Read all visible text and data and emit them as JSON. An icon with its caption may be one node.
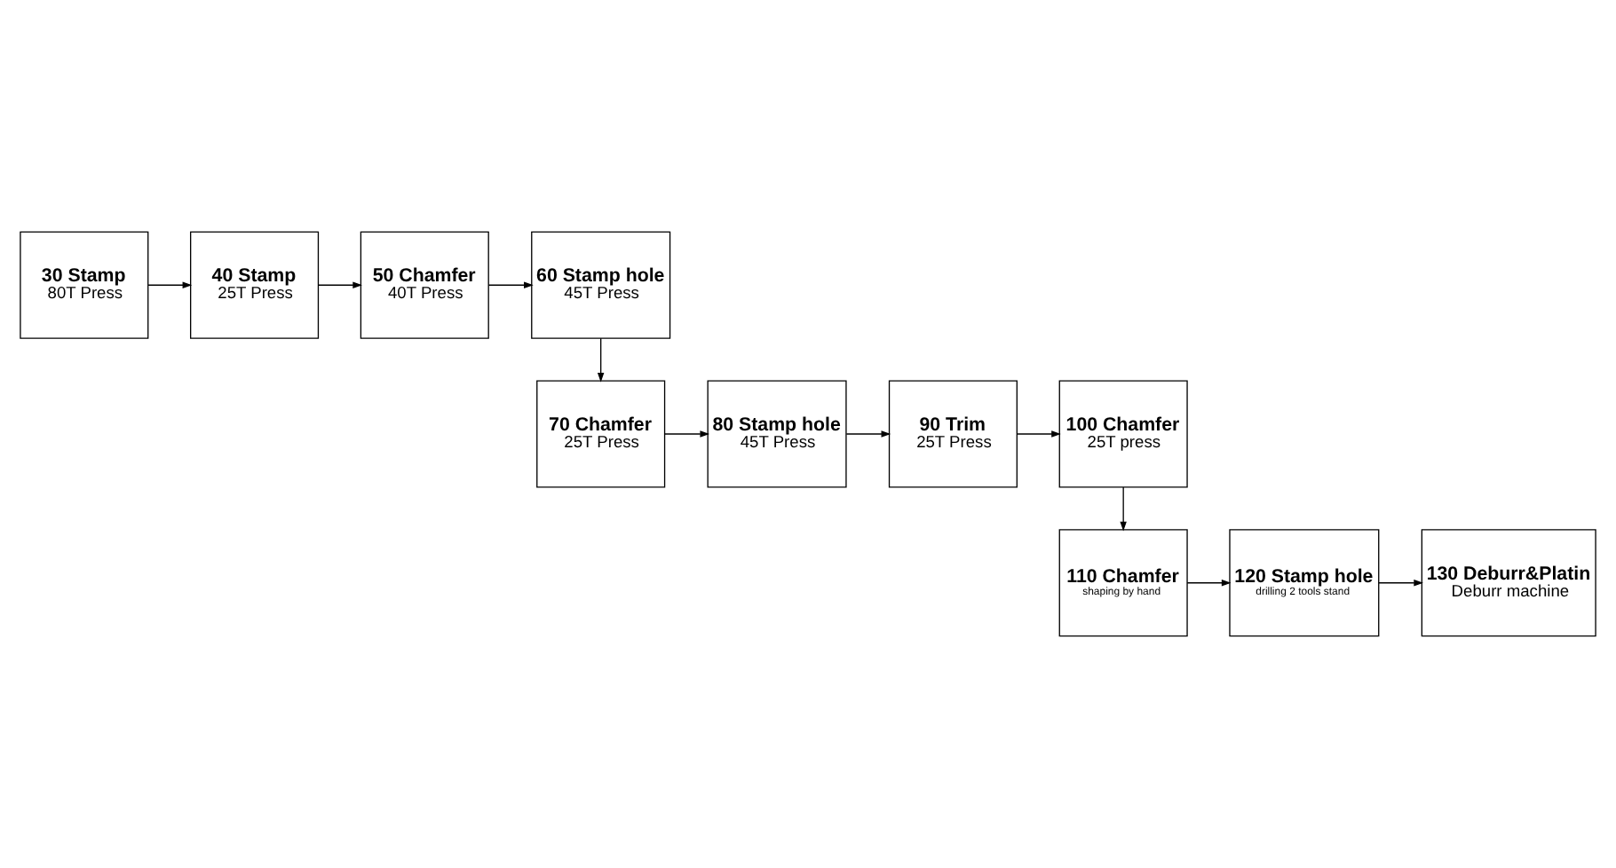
{
  "diagram": {
    "nodes": [
      {
        "text": [
          "30 Stamp",
          "80T Press"
        ]
      },
      {
        "text": [
          "40 Stamp",
          "25T Press"
        ]
      },
      {
        "text": [
          "50 Chamfer",
          "40T Press"
        ]
      },
      {
        "text": [
          "60 Stamp hole",
          "45T Press"
        ]
      },
      {
        "text": [
          "70 Chamfer",
          "25T Press"
        ]
      },
      {
        "text": [
          "80 Stamp hole",
          "45T Press"
        ]
      },
      {
        "text": [
          "90 Trim",
          "25T Press"
        ]
      },
      {
        "text": [
          "100 Chamfer",
          "25T press"
        ]
      },
      {
        "text": [
          "110 Chamfer",
          "shaping by hand"
        ]
      },
      {
        "text": [
          "120 Stamp hole",
          "drilling 2 tools stand"
        ]
      },
      {
        "text": [
          "130 Deburr&Platin",
          "Deburr machine"
        ]
      }
    ],
    "edges": [
      {
        "from": 0,
        "to": 1,
        "arrow": "to"
      },
      {
        "from": 1,
        "to": 2,
        "arrow": "to"
      },
      {
        "from": 2,
        "to": 3,
        "arrow": "to"
      },
      {
        "from": 3,
        "to": 4,
        "arrow": "to"
      },
      {
        "from": 4,
        "to": 5,
        "arrow": "to"
      },
      {
        "from": 5,
        "to": 6,
        "arrow": "to"
      },
      {
        "from": 6,
        "to": 7,
        "arrow": "to"
      },
      {
        "from": 7,
        "to": 8,
        "arrow": "to"
      },
      {
        "from": 8,
        "to": 9,
        "arrow": "to"
      },
      {
        "from": 9,
        "to": 10,
        "arrow": "to"
      }
    ]
  }
}
